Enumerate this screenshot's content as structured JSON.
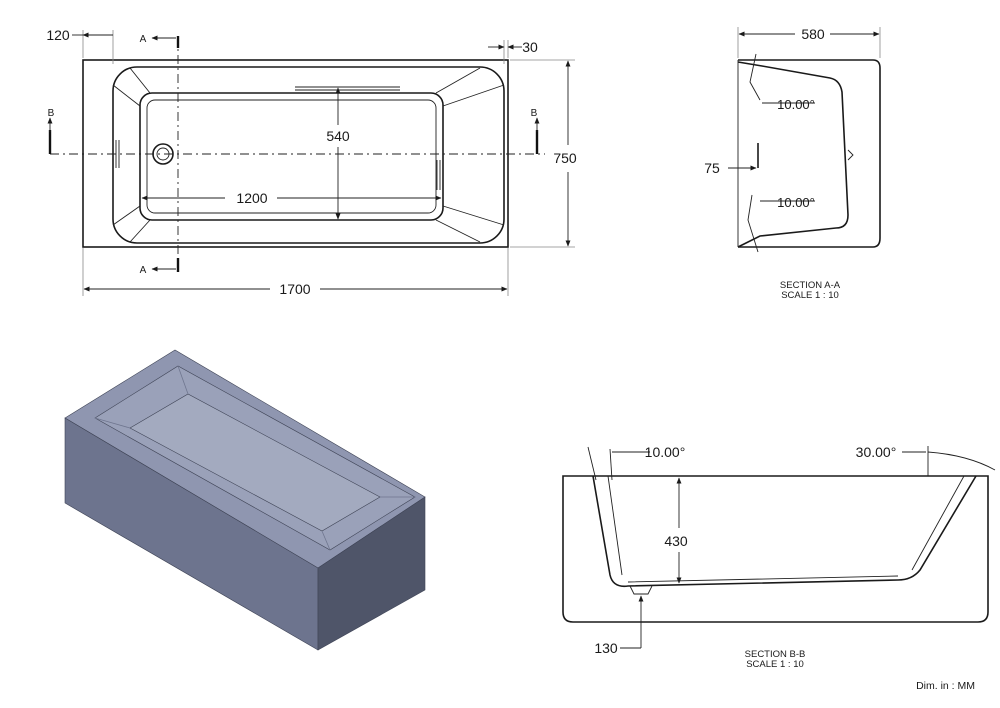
{
  "top_view": {
    "dim_overall_length": "1700",
    "dim_overall_width": "750",
    "dim_inner_length": "1200",
    "dim_inner_width": "540",
    "dim_rim_left": "120",
    "dim_rim_right": "30",
    "section_a_marker": "A",
    "section_b_marker": "B"
  },
  "section_a": {
    "dim_width": "580",
    "dim_drain": "75",
    "angle_top": "10.00°",
    "angle_bottom": "10.00°",
    "title": "SECTION A-A",
    "scale": "SCALE 1 : 10"
  },
  "section_b": {
    "angle_left": "10.00°",
    "angle_right": "30.00°",
    "dim_depth": "430",
    "dim_drain_offset": "130",
    "title": "SECTION B-B",
    "scale": "SCALE 1 : 10"
  },
  "iso_view": {
    "colors": {
      "top": "#8f96b0",
      "front": "#6d748e",
      "side": "#4f5569",
      "inner": "#9aa1b9",
      "floor": "#a3aabf"
    }
  },
  "units_note": "Dim. in : MM"
}
